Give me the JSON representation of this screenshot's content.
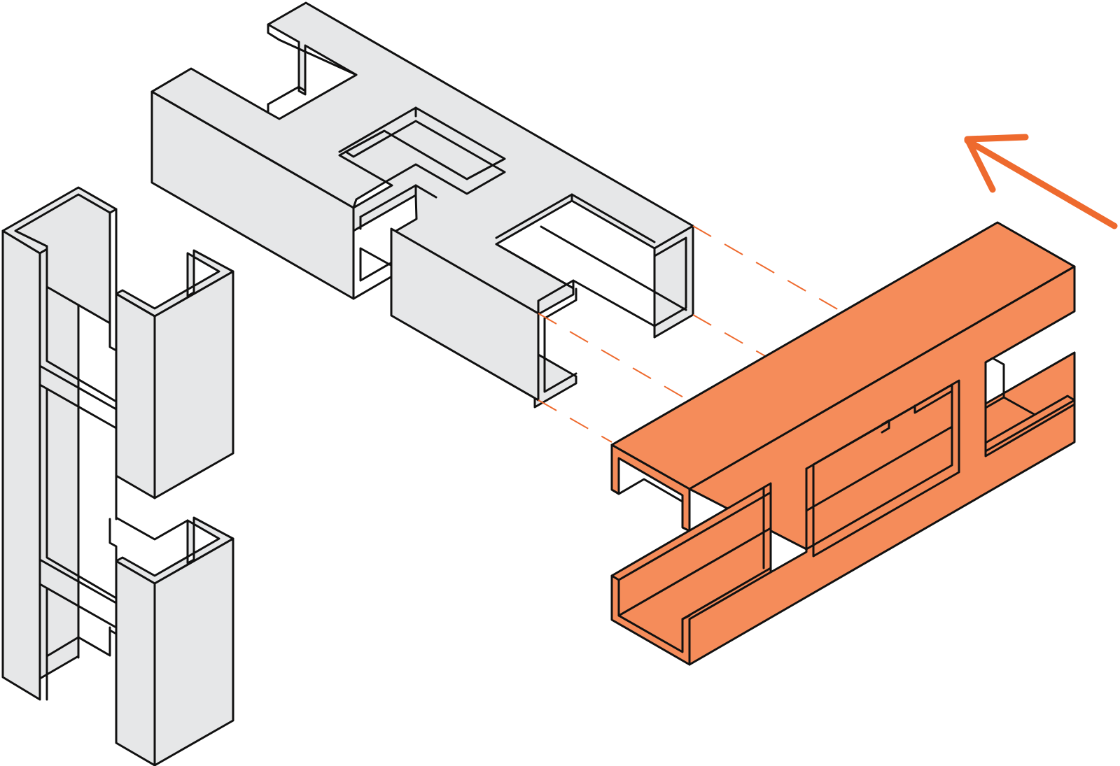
{
  "diagram": {
    "colors": {
      "ink": "#111111",
      "grey_fill": "#e6e7e8",
      "orange_fill": "#f58c5a",
      "accent": "#ee6a2e"
    },
    "parts": [
      {
        "name": "vertical-interlocking-block",
        "fill": "grey",
        "role": "stacked block column"
      },
      {
        "name": "upper-grey-block",
        "fill": "grey",
        "role": "placed block"
      },
      {
        "name": "orange-sliding-block",
        "fill": "orange",
        "role": "highlighted block being inserted"
      }
    ],
    "arrow": {
      "icon": "insertion-arrow-icon",
      "direction": "up-left"
    },
    "guide_lines": {
      "style": "dashed",
      "color": "#ee6a2e",
      "count": 4
    }
  }
}
